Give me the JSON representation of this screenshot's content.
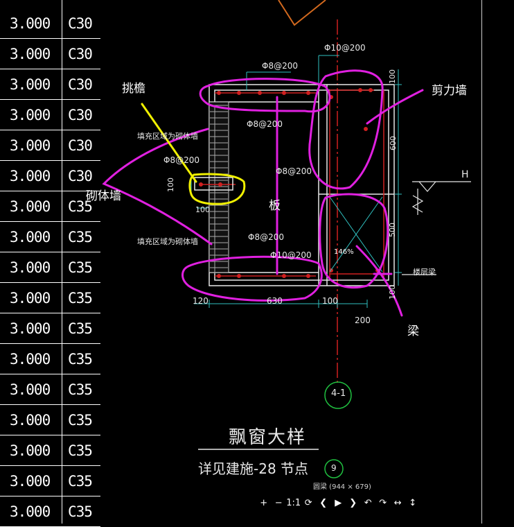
{
  "table": {
    "rows": [
      {
        "height": "3.000",
        "grade": "C30"
      },
      {
        "height": "3.000",
        "grade": "C30"
      },
      {
        "height": "3.000",
        "grade": "C30"
      },
      {
        "height": "3.000",
        "grade": "C30"
      },
      {
        "height": "3.000",
        "grade": "C30"
      },
      {
        "height": "3.000",
        "grade": "C30"
      },
      {
        "height": "3.000",
        "grade": "C35"
      },
      {
        "height": "3.000",
        "grade": "C35"
      },
      {
        "height": "3.000",
        "grade": "C35"
      },
      {
        "height": "3.000",
        "grade": "C35"
      },
      {
        "height": "3.000",
        "grade": "C35"
      },
      {
        "height": "3.000",
        "grade": "C35"
      },
      {
        "height": "3.000",
        "grade": "C35"
      },
      {
        "height": "3.000",
        "grade": "C35"
      },
      {
        "height": "3.000",
        "grade": "C35"
      },
      {
        "height": "3.000",
        "grade": "C35"
      },
      {
        "height": "3.000",
        "grade": "C35"
      }
    ]
  },
  "drawing": {
    "rebar": {
      "top_right": "Φ10@200",
      "top_slab": "Φ8@200",
      "mid_slab": "Φ8@200",
      "eave_bar": "Φ8@200",
      "right_mid": "Φ8@200",
      "lower_1": "Φ8@200",
      "lower_2": "Φ10@200"
    },
    "masonry_note_1": "填充区域为砌体墙",
    "masonry_note_2": "填充区域为砌体墙",
    "dim_100_top": "100",
    "dim_600": "600",
    "dim_500": "500",
    "dim_100_bottom": "100",
    "dim_100_left": "100",
    "dim_100_eave": "100",
    "dim_120": "120",
    "dim_630": "630",
    "dim_100_base": "100",
    "dim_200": "200",
    "level_mark": "H",
    "floor_beam": "楼层梁",
    "axis_label": "4-1",
    "detail_title": "飘窗大样",
    "detail_ref": "详见建施-28  节点",
    "detail_no": "9",
    "percent": "146%"
  },
  "annotations": {
    "eave": "挑檐",
    "masonry": "砌体墙",
    "slab": "板",
    "shear_wall": "剪力墙",
    "beam": "梁"
  },
  "viewer": {
    "caption": "圆梁 (944 × 679)",
    "buttons": [
      "+",
      "−",
      "1:1",
      "⟳",
      "❮",
      "▶",
      "❯",
      "↶",
      "↷",
      "↔",
      "↕"
    ]
  },
  "colors": {
    "background": "#000000",
    "cad_white": "#ffffff",
    "markup_magenta": "#e020e0",
    "markup_yellow": "#f0f000",
    "rebar_red": "#d02020",
    "axis_green": "#20c040",
    "dim_cyan": "#30c0c0"
  }
}
